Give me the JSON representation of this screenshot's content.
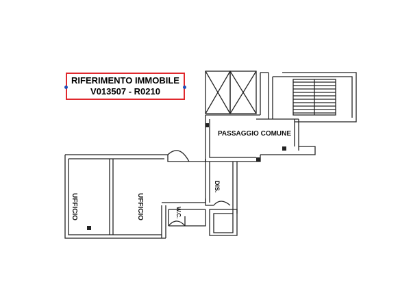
{
  "reference": {
    "line1": "RIFERIMENTO IMMOBILE",
    "line2": "V013507 - R0210",
    "border_color": "#e0282d",
    "handle_color": "#1f4fb8"
  },
  "rooms": {
    "passaggio": "PASSAGGIO COMUNE",
    "ufficio_1": "UFFICIO",
    "ufficio_2": "UFFICIO",
    "dis": "DIS.",
    "wc": "W.C."
  }
}
